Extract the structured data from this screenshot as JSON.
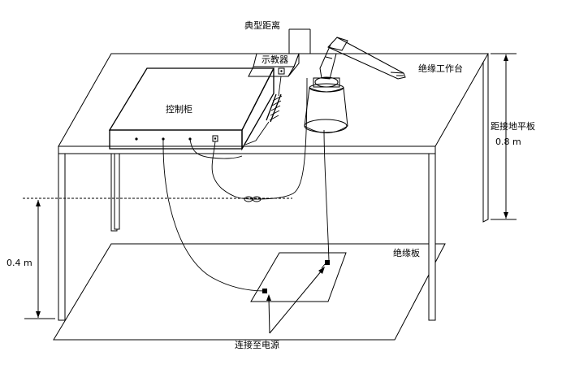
{
  "labels": {
    "typical_distance": "典型距离",
    "demonstrator": "示教器",
    "insulated_workbench": "绝缘工作台",
    "control_cabinet": "控制柜",
    "height_from_floor": "距接地平板",
    "height_value": "0.8 m",
    "floor_gap": "0.4 m",
    "insulation_board": "绝缘板",
    "connect_power": "连接至电源"
  },
  "colors": {
    "line": "#000000",
    "background": "#ffffff"
  }
}
